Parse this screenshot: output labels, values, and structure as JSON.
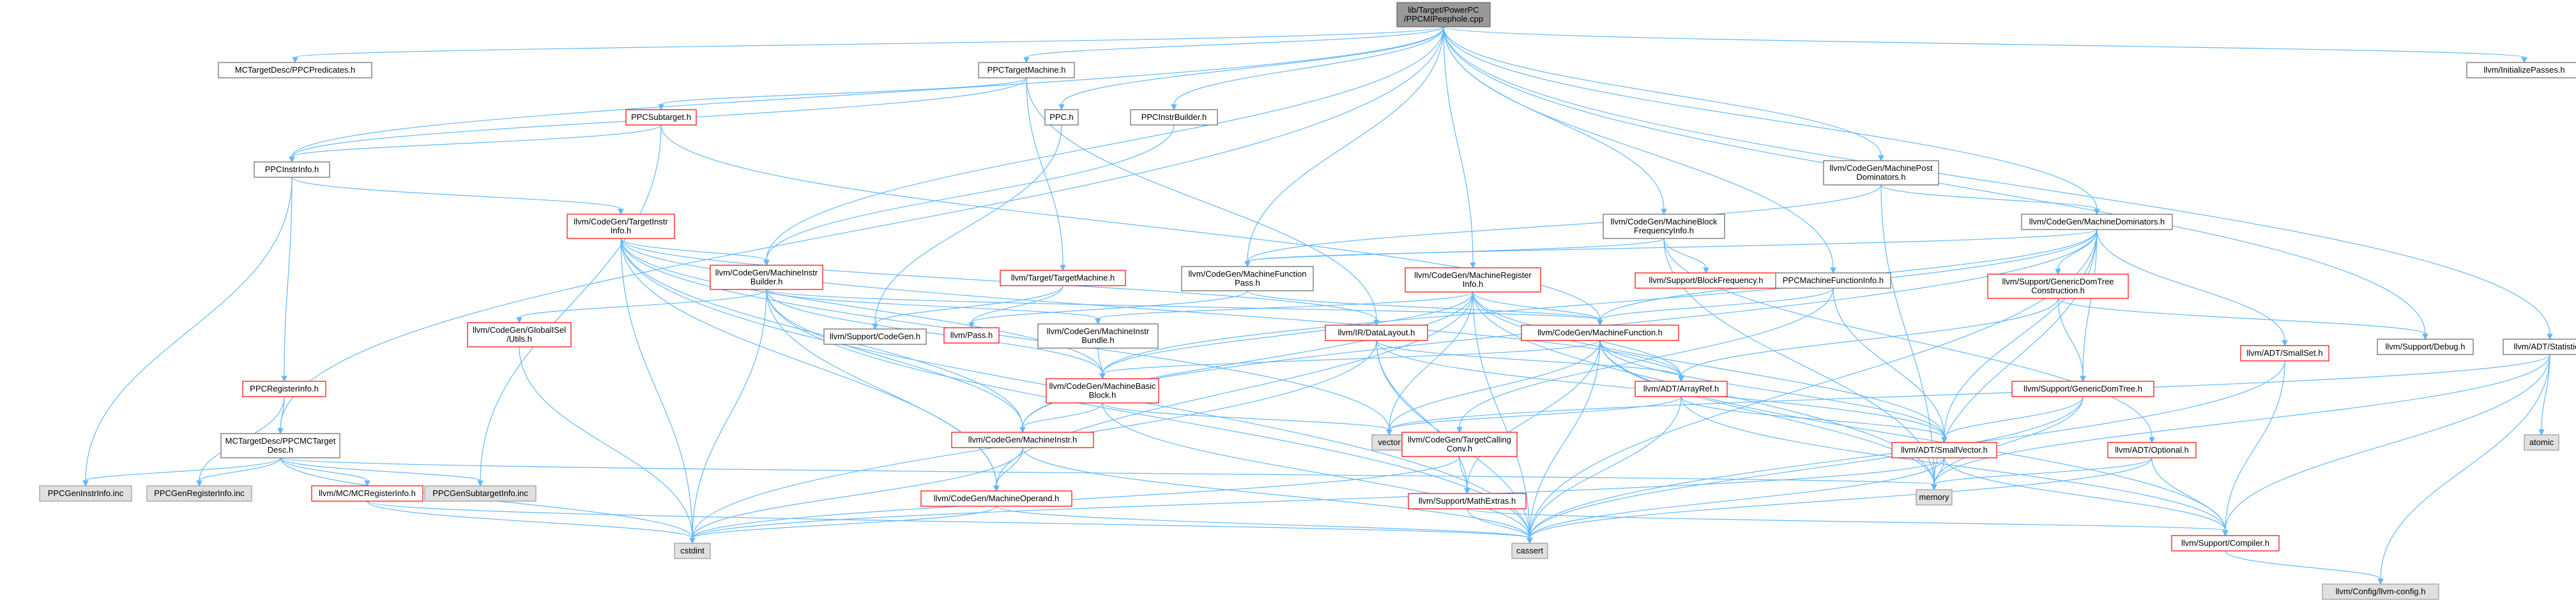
{
  "graph": {
    "nodes": [
      {
        "id": "root",
        "lines": [
          "lib/Target/PowerPC",
          "/PPCMIPeephole.cpp"
        ],
        "style": "root"
      },
      {
        "id": "ppcpred",
        "lines": [
          "MCTargetDesc/PPCPredicates.h"
        ],
        "style": "normal"
      },
      {
        "id": "ppctm",
        "lines": [
          "PPCTargetMachine.h"
        ],
        "style": "normal"
      },
      {
        "id": "ppch",
        "lines": [
          "PPC.h"
        ],
        "style": "normal"
      },
      {
        "id": "ppcib",
        "lines": [
          "PPCInstrBuilder.h"
        ],
        "style": "normal"
      },
      {
        "id": "initpasses",
        "lines": [
          "llvm/InitializePasses.h"
        ],
        "style": "normal"
      },
      {
        "id": "ppcsub",
        "lines": [
          "PPCSubtarget.h"
        ],
        "style": "red"
      },
      {
        "id": "ppcinstrinfo",
        "lines": [
          "PPCInstrInfo.h"
        ],
        "style": "normal"
      },
      {
        "id": "mpdt",
        "lines": [
          "llvm/CodeGen/MachinePost",
          "Dominators.h"
        ],
        "style": "normal"
      },
      {
        "id": "tii",
        "lines": [
          "llvm/CodeGen/TargetInstr",
          "Info.h"
        ],
        "style": "red"
      },
      {
        "id": "mbfi",
        "lines": [
          "llvm/CodeGen/MachineBlock",
          "FrequencyInfo.h"
        ],
        "style": "normal"
      },
      {
        "id": "mdt",
        "lines": [
          "llvm/CodeGen/MachineDominators.h"
        ],
        "style": "normal"
      },
      {
        "id": "mib",
        "lines": [
          "llvm/CodeGen/MachineInstr",
          "Builder.h"
        ],
        "style": "red"
      },
      {
        "id": "target_tm",
        "lines": [
          "llvm/Target/TargetMachine.h"
        ],
        "style": "red"
      },
      {
        "id": "mfpass",
        "lines": [
          "llvm/CodeGen/MachineFunction",
          "Pass.h"
        ],
        "style": "normal"
      },
      {
        "id": "mri",
        "lines": [
          "llvm/CodeGen/MachineRegister",
          "Info.h"
        ],
        "style": "red"
      },
      {
        "id": "blockfreq",
        "lines": [
          "llvm/Support/BlockFrequency.h"
        ],
        "style": "red"
      },
      {
        "id": "ppcmfi",
        "lines": [
          "PPCMachineFunctionInfo.h"
        ],
        "style": "normal"
      },
      {
        "id": "gdtc",
        "lines": [
          "llvm/Support/GenericDomTree",
          "Construction.h"
        ],
        "style": "red"
      },
      {
        "id": "gisel",
        "lines": [
          "llvm/CodeGen/GlobalISel",
          "/Utils.h"
        ],
        "style": "red"
      },
      {
        "id": "supcg",
        "lines": [
          "llvm/Support/CodeGen.h"
        ],
        "style": "normal"
      },
      {
        "id": "pass",
        "lines": [
          "llvm/Pass.h"
        ],
        "style": "red"
      },
      {
        "id": "mibundle",
        "lines": [
          "llvm/CodeGen/MachineInstr",
          "Bundle.h"
        ],
        "style": "normal"
      },
      {
        "id": "datalayout",
        "lines": [
          "llvm/IR/DataLayout.h"
        ],
        "style": "red"
      },
      {
        "id": "mf",
        "lines": [
          "llvm/CodeGen/MachineFunction.h"
        ],
        "style": "red"
      },
      {
        "id": "smallset",
        "lines": [
          "llvm/ADT/SmallSet.h"
        ],
        "style": "red"
      },
      {
        "id": "debug",
        "lines": [
          "llvm/Support/Debug.h"
        ],
        "style": "normal"
      },
      {
        "id": "statistic",
        "lines": [
          "llvm/ADT/Statistic.h"
        ],
        "style": "normal"
      },
      {
        "id": "ppcreginfo",
        "lines": [
          "PPCRegisterInfo.h"
        ],
        "style": "red"
      },
      {
        "id": "mbb",
        "lines": [
          "llvm/CodeGen/MachineBasic",
          "Block.h"
        ],
        "style": "red"
      },
      {
        "id": "arrayref",
        "lines": [
          "llvm/ADT/ArrayRef.h"
        ],
        "style": "red"
      },
      {
        "id": "gdt",
        "lines": [
          "llvm/Support/GenericDomTree.h"
        ],
        "style": "red"
      },
      {
        "id": "vector",
        "lines": [
          "vector"
        ],
        "style": "gray"
      },
      {
        "id": "atomic",
        "lines": [
          "atomic"
        ],
        "style": "gray"
      },
      {
        "id": "mctd",
        "lines": [
          "MCTargetDesc/PPCMCTarget",
          "Desc.h"
        ],
        "style": "normal"
      },
      {
        "id": "mi",
        "lines": [
          "llvm/CodeGen/MachineInstr.h"
        ],
        "style": "red"
      },
      {
        "id": "tcc",
        "lines": [
          "llvm/CodeGen/TargetCalling",
          "Conv.h"
        ],
        "style": "red"
      },
      {
        "id": "smallvec",
        "lines": [
          "llvm/ADT/SmallVector.h"
        ],
        "style": "red"
      },
      {
        "id": "optional",
        "lines": [
          "llvm/ADT/Optional.h"
        ],
        "style": "red"
      },
      {
        "id": "memory",
        "lines": [
          "memory"
        ],
        "style": "gray"
      },
      {
        "id": "instrinc",
        "lines": [
          "PPCGenInstrInfo.inc"
        ],
        "style": "gray"
      },
      {
        "id": "reginc",
        "lines": [
          "PPCGenRegisterInfo.inc"
        ],
        "style": "gray"
      },
      {
        "id": "mcreg",
        "lines": [
          "llvm/MC/MCRegisterInfo.h"
        ],
        "style": "red"
      },
      {
        "id": "subinc",
        "lines": [
          "PPCGenSubtargetInfo.inc"
        ],
        "style": "gray"
      },
      {
        "id": "mo",
        "lines": [
          "llvm/CodeGen/MachineOperand.h"
        ],
        "style": "red"
      },
      {
        "id": "mathextras",
        "lines": [
          "llvm/Support/MathExtras.h"
        ],
        "style": "red"
      },
      {
        "id": "compiler",
        "lines": [
          "llvm/Support/Compiler.h"
        ],
        "style": "red"
      },
      {
        "id": "cstdint",
        "lines": [
          "cstdint"
        ],
        "style": "gray"
      },
      {
        "id": "cassert",
        "lines": [
          "cassert"
        ],
        "style": "gray"
      },
      {
        "id": "llvmconfig",
        "lines": [
          "llvm/Config/llvm-config.h"
        ],
        "style": "gray"
      }
    ],
    "edges": [
      [
        "root",
        "ppcpred"
      ],
      [
        "root",
        "ppctm"
      ],
      [
        "root",
        "ppch"
      ],
      [
        "root",
        "ppcib"
      ],
      [
        "root",
        "initpasses"
      ],
      [
        "root",
        "ppcinstrinfo"
      ],
      [
        "root",
        "mpdt"
      ],
      [
        "root",
        "mbfi"
      ],
      [
        "root",
        "mdt"
      ],
      [
        "root",
        "mib"
      ],
      [
        "root",
        "mfpass"
      ],
      [
        "root",
        "mri"
      ],
      [
        "root",
        "ppcmfi"
      ],
      [
        "root",
        "debug"
      ],
      [
        "root",
        "statistic"
      ],
      [
        "root",
        "mctd"
      ],
      [
        "ppctm",
        "ppcsub"
      ],
      [
        "ppctm",
        "ppcinstrinfo"
      ],
      [
        "ppctm",
        "target_tm"
      ],
      [
        "ppctm",
        "datalayout"
      ],
      [
        "ppch",
        "supcg"
      ],
      [
        "ppcib",
        "mib"
      ],
      [
        "ppcsub",
        "ppcinstrinfo"
      ],
      [
        "ppcsub",
        "mf"
      ],
      [
        "ppcsub",
        "subinc"
      ],
      [
        "ppcinstrinfo",
        "tii"
      ],
      [
        "ppcinstrinfo",
        "ppcreginfo"
      ],
      [
        "ppcinstrinfo",
        "instrinc"
      ],
      [
        "mpdt",
        "mdt"
      ],
      [
        "mpdt",
        "mfpass"
      ],
      [
        "mpdt",
        "memory"
      ],
      [
        "tii",
        "mib"
      ],
      [
        "tii",
        "mbb"
      ],
      [
        "tii",
        "mi"
      ],
      [
        "tii",
        "mo"
      ],
      [
        "tii",
        "arrayref"
      ],
      [
        "tii",
        "datalayout"
      ],
      [
        "tii",
        "cstdint"
      ],
      [
        "tii",
        "cassert"
      ],
      [
        "tii",
        "vector"
      ],
      [
        "mbfi",
        "mfpass"
      ],
      [
        "mbfi",
        "blockfreq"
      ],
      [
        "mbfi",
        "optional"
      ],
      [
        "mbfi",
        "memory"
      ],
      [
        "mdt",
        "mfpass"
      ],
      [
        "mdt",
        "mbb"
      ],
      [
        "mdt",
        "mf"
      ],
      [
        "mdt",
        "mi"
      ],
      [
        "mdt",
        "gdtc"
      ],
      [
        "mdt",
        "gdt"
      ],
      [
        "mdt",
        "smallset"
      ],
      [
        "mdt",
        "smallvec"
      ],
      [
        "mdt",
        "cassert"
      ],
      [
        "mdt",
        "memory"
      ],
      [
        "mib",
        "gisel"
      ],
      [
        "mib",
        "mibundle"
      ],
      [
        "mib",
        "mbb"
      ],
      [
        "mib",
        "mf"
      ],
      [
        "mib",
        "mi"
      ],
      [
        "mib",
        "mo"
      ],
      [
        "mib",
        "cstdint"
      ],
      [
        "mib",
        "cassert"
      ],
      [
        "target_tm",
        "pass"
      ],
      [
        "target_tm",
        "supcg"
      ],
      [
        "mfpass",
        "mf"
      ],
      [
        "mfpass",
        "pass"
      ],
      [
        "mri",
        "mbb"
      ],
      [
        "mri",
        "mf"
      ],
      [
        "mri",
        "mi"
      ],
      [
        "mri",
        "mo"
      ],
      [
        "mri",
        "arrayref"
      ],
      [
        "mri",
        "smallvec"
      ],
      [
        "mri",
        "cassert"
      ],
      [
        "mri",
        "memory"
      ],
      [
        "mri",
        "vector"
      ],
      [
        "mri",
        "mibundle"
      ],
      [
        "ppcmfi",
        "mf"
      ],
      [
        "ppcmfi",
        "tcc"
      ],
      [
        "ppcmfi",
        "smallvec"
      ],
      [
        "gdtc",
        "gdt"
      ],
      [
        "gdtc",
        "arrayref"
      ],
      [
        "gdtc",
        "debug"
      ],
      [
        "gisel",
        "cstdint"
      ],
      [
        "mibundle",
        "mbb"
      ],
      [
        "datalayout",
        "arrayref"
      ],
      [
        "datalayout",
        "smallvec"
      ],
      [
        "datalayout",
        "mathextras"
      ],
      [
        "datalayout",
        "cassert"
      ],
      [
        "datalayout",
        "cstdint"
      ],
      [
        "mf",
        "mbb"
      ],
      [
        "mf",
        "arrayref"
      ],
      [
        "mf",
        "smallvec"
      ],
      [
        "mf",
        "mathextras"
      ],
      [
        "mf",
        "compiler"
      ],
      [
        "mf",
        "vector"
      ],
      [
        "mf",
        "cassert"
      ],
      [
        "mf",
        "memory"
      ],
      [
        "smallset",
        "compiler"
      ],
      [
        "smallset",
        "cassert"
      ],
      [
        "statistic",
        "compiler"
      ],
      [
        "statistic",
        "llvmconfig"
      ],
      [
        "statistic",
        "atomic"
      ],
      [
        "statistic",
        "memory"
      ],
      [
        "statistic",
        "vector"
      ],
      [
        "ppcreginfo",
        "mctd"
      ],
      [
        "ppcreginfo",
        "reginc"
      ],
      [
        "mbb",
        "mi"
      ],
      [
        "mbb",
        "vector"
      ],
      [
        "mbb",
        "cassert"
      ],
      [
        "arrayref",
        "compiler"
      ],
      [
        "arrayref",
        "smallvec"
      ],
      [
        "arrayref",
        "vector"
      ],
      [
        "arrayref",
        "cassert"
      ],
      [
        "gdt",
        "smallvec"
      ],
      [
        "gdt",
        "cassert"
      ],
      [
        "gdt",
        "memory"
      ],
      [
        "mctd",
        "memory"
      ],
      [
        "mctd",
        "cstdint"
      ],
      [
        "mctd",
        "mcreg"
      ],
      [
        "mctd",
        "instrinc"
      ],
      [
        "mctd",
        "reginc"
      ],
      [
        "mctd",
        "subinc"
      ],
      [
        "mi",
        "mo"
      ],
      [
        "mi",
        "cstdint"
      ],
      [
        "mi",
        "cassert"
      ],
      [
        "tcc",
        "mathextras"
      ],
      [
        "tcc",
        "cstdint"
      ],
      [
        "smallvec",
        "compiler"
      ],
      [
        "smallvec",
        "memory"
      ],
      [
        "smallvec",
        "cassert"
      ],
      [
        "smallvec",
        "cstdint"
      ],
      [
        "optional",
        "compiler"
      ],
      [
        "optional",
        "cassert"
      ],
      [
        "optional",
        "memory"
      ],
      [
        "mcreg",
        "cassert"
      ],
      [
        "mcreg",
        "cstdint"
      ],
      [
        "mo",
        "cassert"
      ],
      [
        "mo",
        "cstdint"
      ],
      [
        "mathextras",
        "compiler"
      ],
      [
        "mathextras",
        "cassert"
      ],
      [
        "compiler",
        "llvmconfig"
      ]
    ]
  },
  "colors": {
    "edge": "#63b8ff",
    "red_border": "#ff0000",
    "normal_border": "#666666",
    "gray_fill": "#e0e0e0",
    "root_fill": "#999999"
  }
}
